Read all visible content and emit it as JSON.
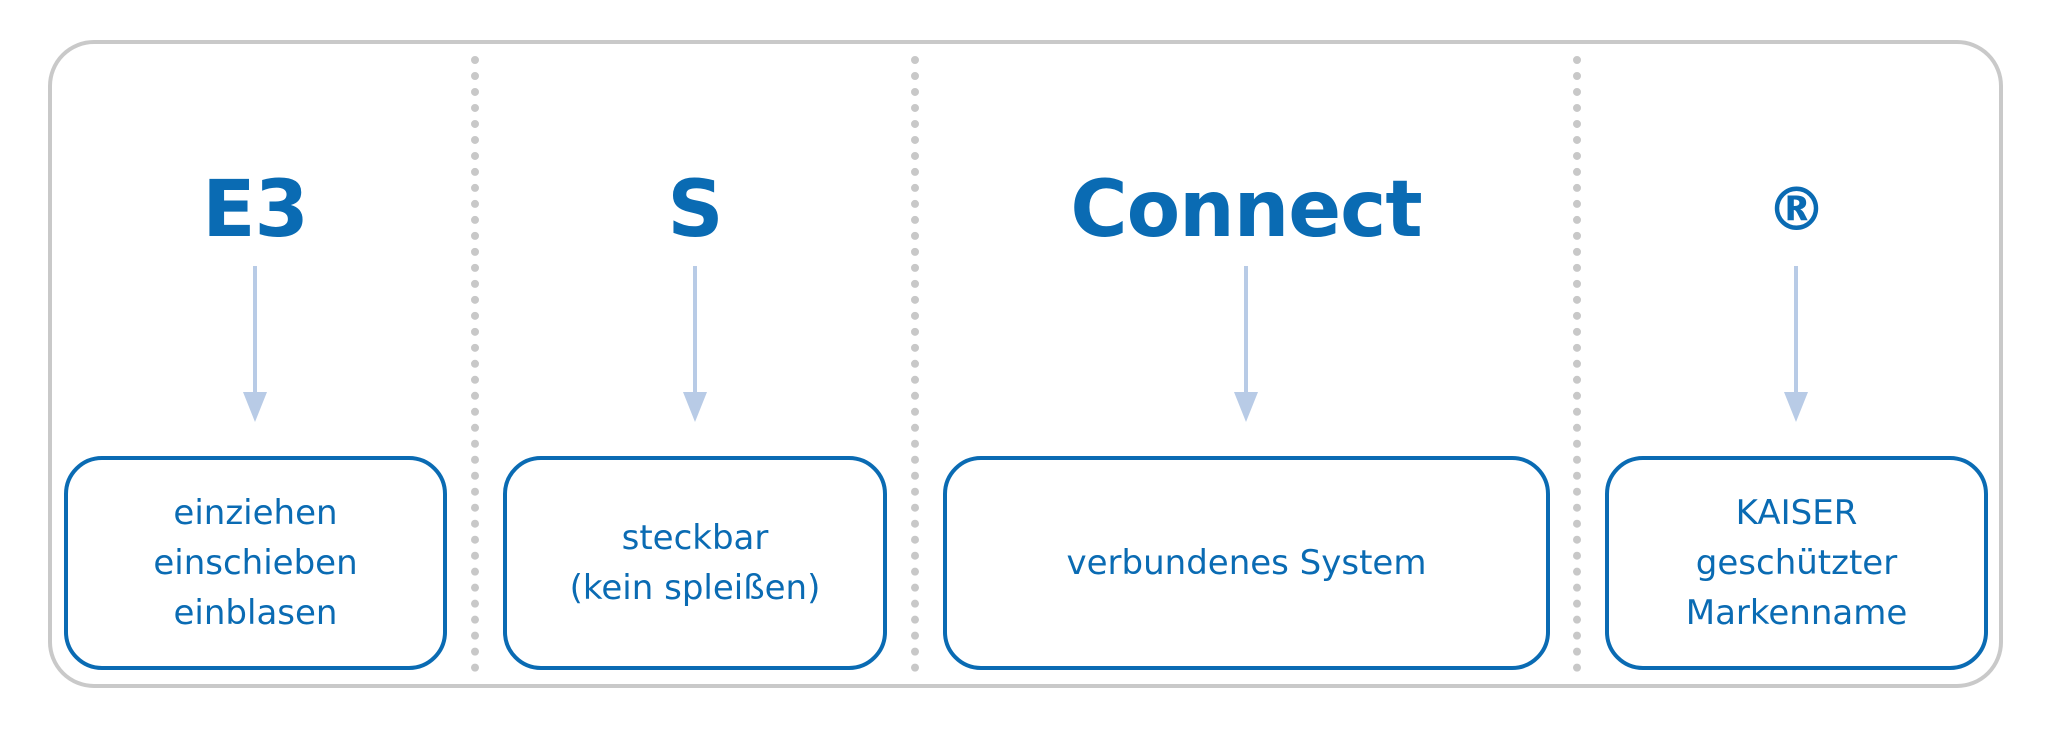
{
  "colors": {
    "accent": "#0a6bb3",
    "arrow": "#b8cbe6",
    "frame": "#c9c9c9",
    "divider": "#c8c8c8"
  },
  "columns": [
    {
      "heading": "E3",
      "lines": [
        "einziehen",
        "einschieben",
        "einblasen"
      ]
    },
    {
      "heading": "S",
      "lines": [
        "steckbar",
        "(kein spleißen)"
      ]
    },
    {
      "heading": "Connect",
      "lines": [
        "verbundenes System"
      ]
    },
    {
      "heading": "®",
      "lines": [
        "KAISER",
        "geschützter",
        "Markenname"
      ]
    }
  ]
}
